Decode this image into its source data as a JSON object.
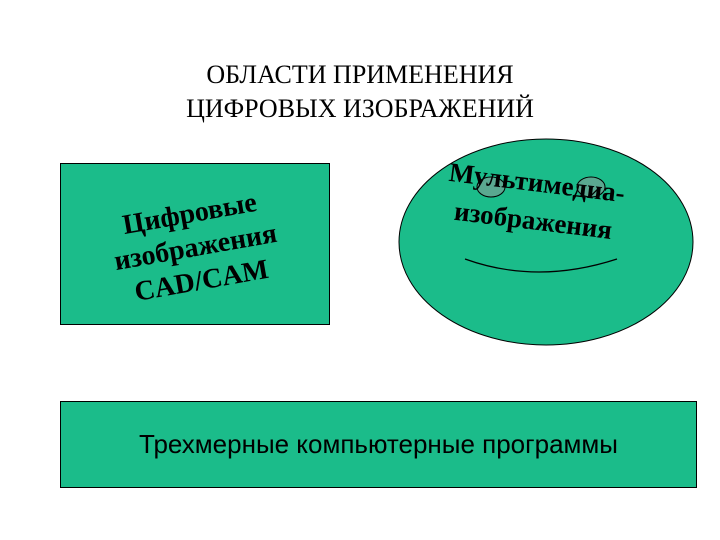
{
  "title": {
    "line1": "ОБЛАСТИ ПРИМЕНЕНИЯ",
    "line2": "ЦИФРОВЫХ ИЗОБРАЖЕНИЙ"
  },
  "left_box": {
    "line1": "Цифровые",
    "line2": "изображения",
    "line3": "CAD/CAM",
    "color": "#1bbc8a"
  },
  "oval": {
    "line1": "Мультимедиа-",
    "line2": "изображения",
    "color": "#1bbc8a",
    "eye_color": "#5aa890"
  },
  "bottom_box": {
    "label": "Трехмерные компьютерные программы",
    "color": "#1bbc8a"
  }
}
